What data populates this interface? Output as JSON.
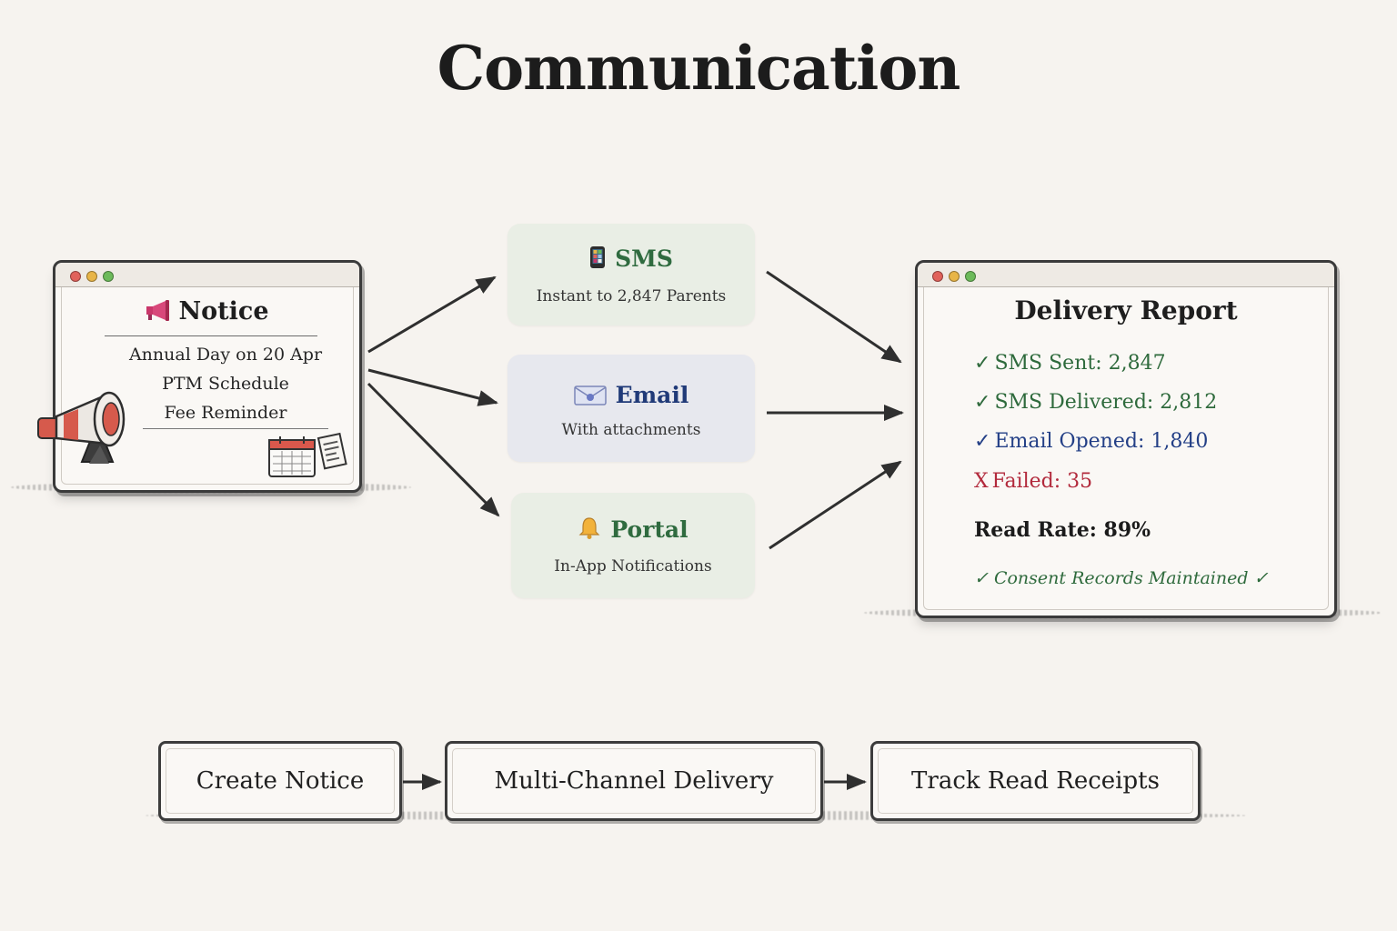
{
  "title": "Communication",
  "notice": {
    "heading": "Notice",
    "items": [
      "Annual Day on 20 Apr",
      "PTM Schedule",
      "Fee Reminder"
    ],
    "icon": "megaphone-icon"
  },
  "channels": [
    {
      "key": "sms",
      "label": "SMS",
      "sub": "Instant to 2,847 Parents",
      "icon": "mobile-phone-icon"
    },
    {
      "key": "email",
      "label": "Email",
      "sub": "With attachments",
      "icon": "envelope-icon"
    },
    {
      "key": "portal",
      "label": "Portal",
      "sub": "In-App Notifications",
      "icon": "bell-icon"
    }
  ],
  "report": {
    "title": "Delivery Report",
    "lines": [
      {
        "mark": "✓",
        "text": "SMS Sent: 2,847",
        "color": "#2e6a3c"
      },
      {
        "mark": "✓",
        "text": "SMS Delivered: 2,812",
        "color": "#2e6a3c"
      },
      {
        "mark": "✓",
        "text": "Email Opened: 1,840",
        "color": "#233f86"
      },
      {
        "mark": "X",
        "text": "Failed: 35",
        "color": "#b22a3c"
      }
    ],
    "read_rate": "Read Rate: 89%",
    "consent": "✓ Consent Records Maintained ✓"
  },
  "flow": [
    "Create Notice",
    "Multi-Channel Delivery",
    "Track Read Receipts"
  ]
}
